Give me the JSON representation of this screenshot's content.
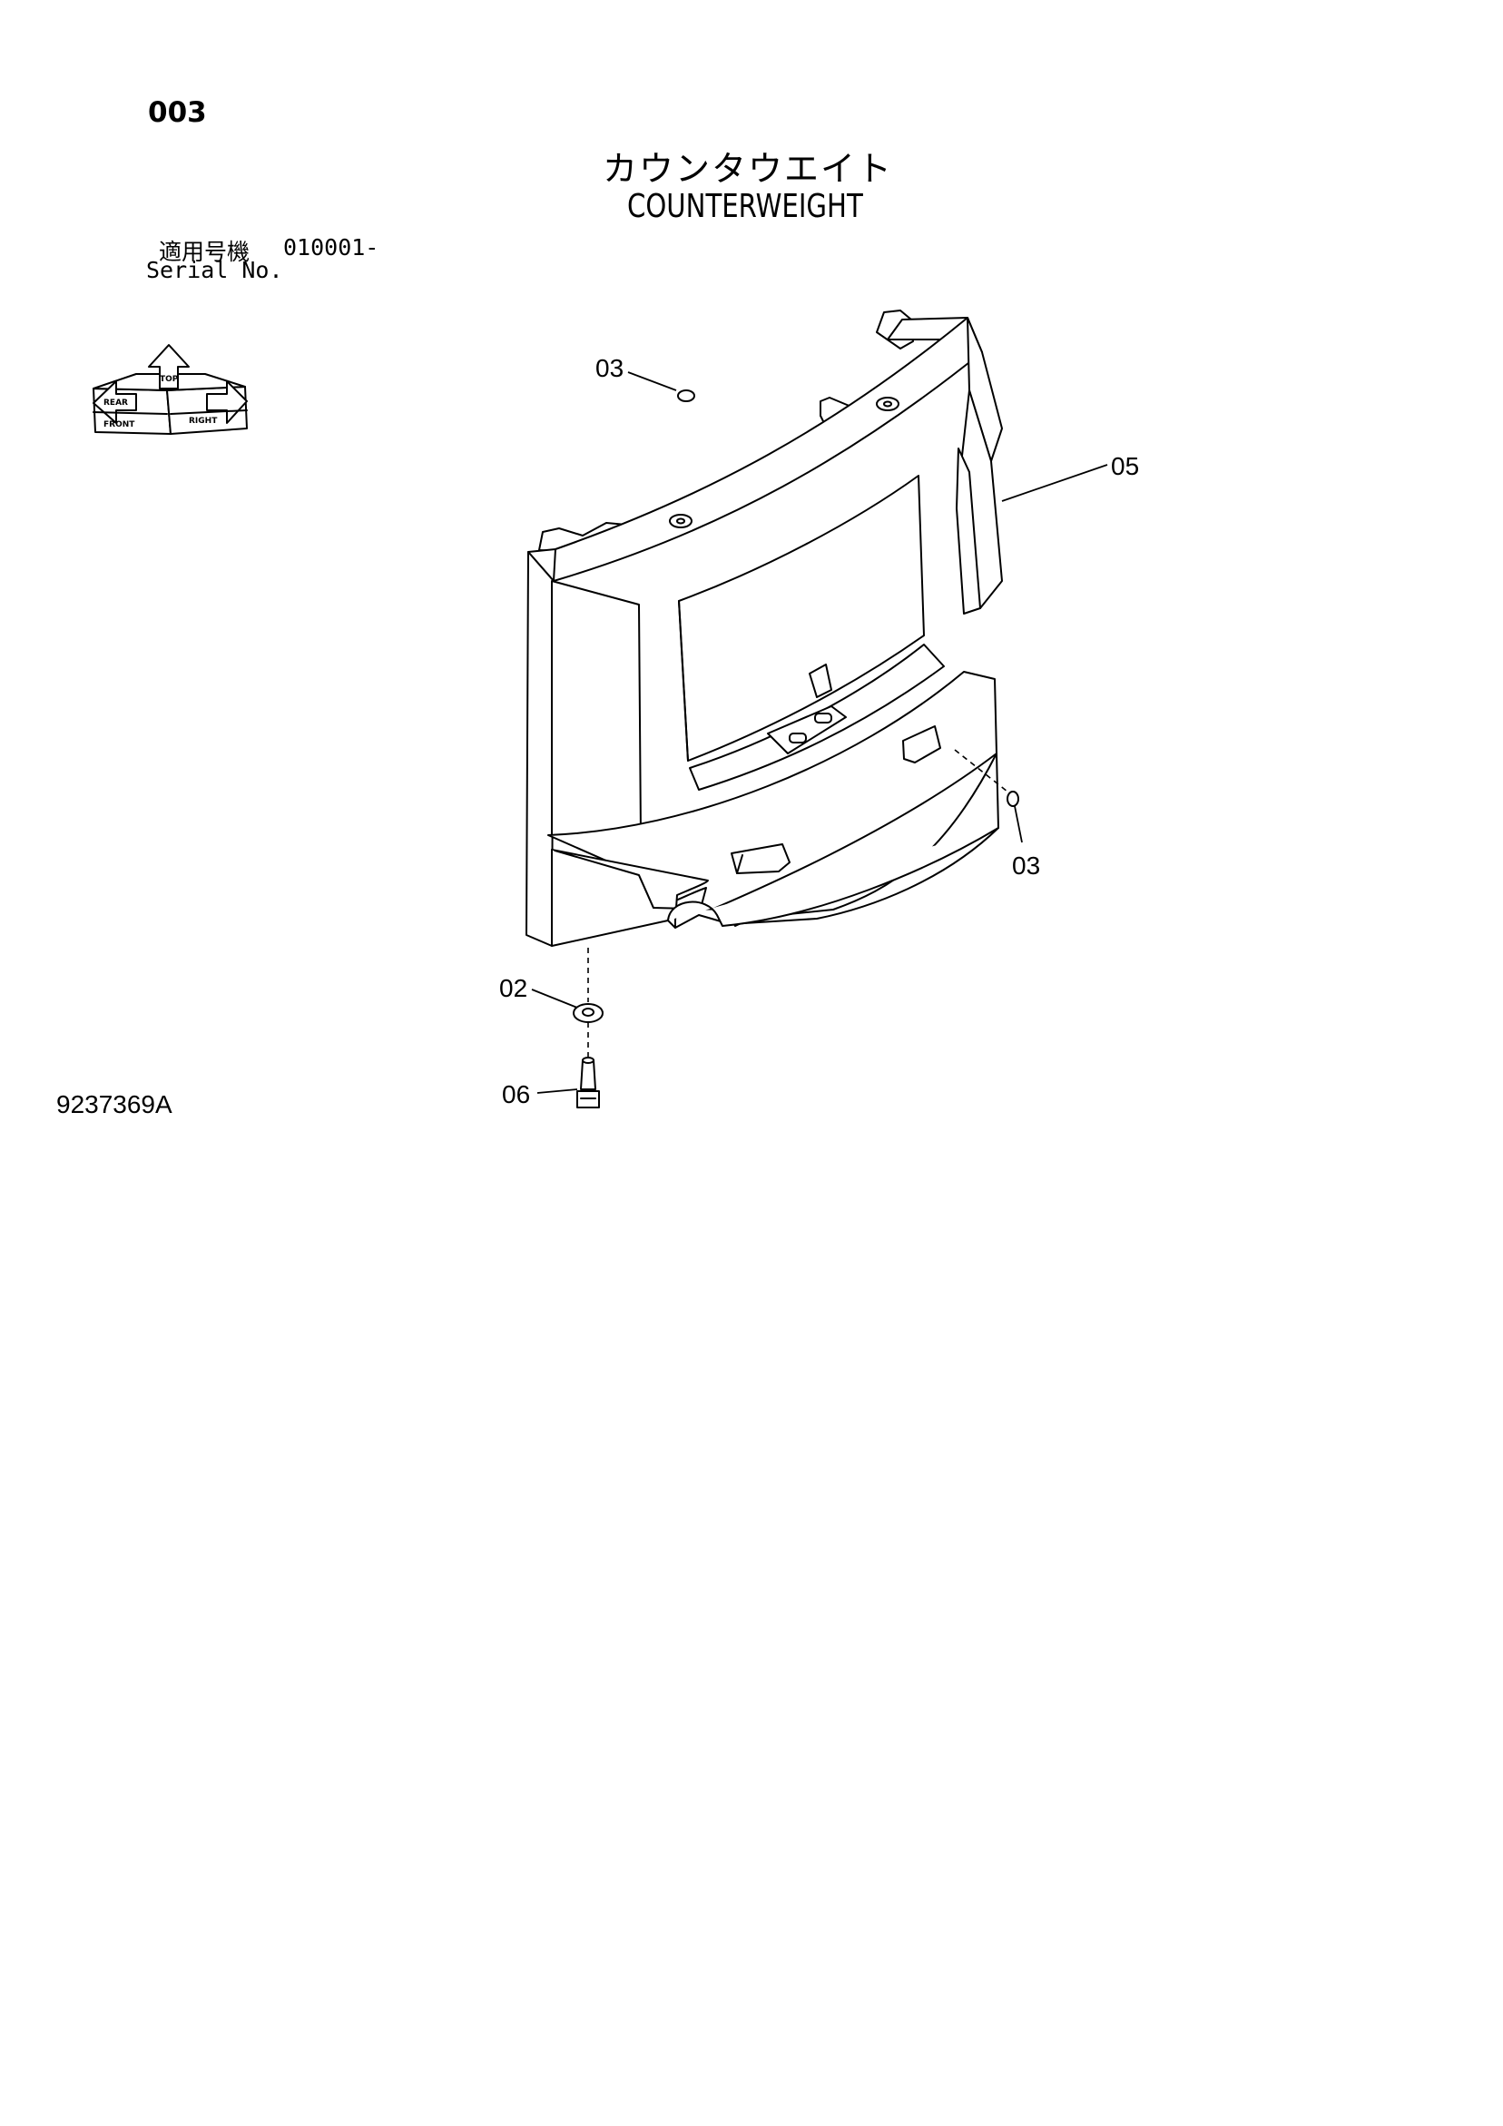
{
  "page_number": "003",
  "title_ja": "カウンタウエイト",
  "title_en": "COUNTERWEIGHT",
  "serial": {
    "label_ja": "適用号機",
    "value": "010001-",
    "label_en": "Serial No."
  },
  "orientation": {
    "front": "FRONT",
    "top": "TOP",
    "right": "RIGHT",
    "rear": "REAR"
  },
  "callouts": {
    "bolt_cap_top": "03",
    "counterweight": "05",
    "bolt_cap_side": "03",
    "washer": "02",
    "bolt": "06"
  },
  "drawing_number": "9237369A"
}
